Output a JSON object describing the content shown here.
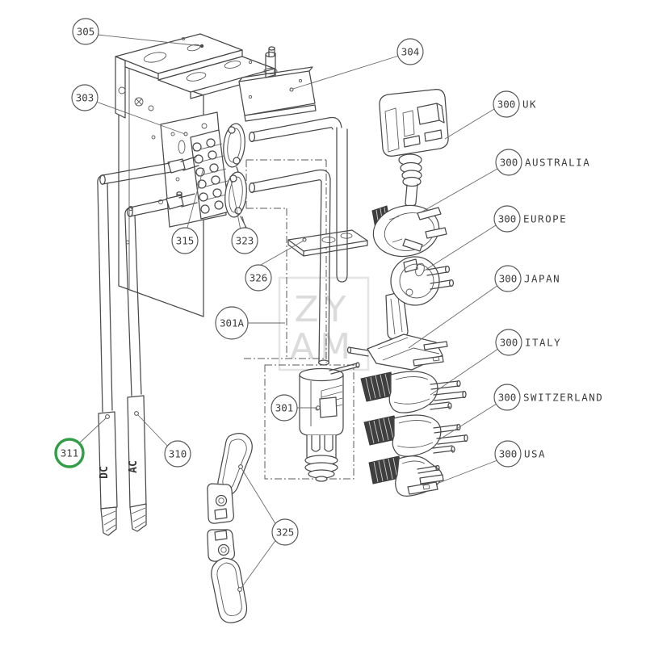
{
  "watermark": {
    "line1": "ZY",
    "line2": "AM"
  },
  "markings": {
    "left_electrode": "DC",
    "right_electrode": "AC"
  },
  "colors": {
    "line": "#4a4a4a",
    "highlight_green": "#2f9e44",
    "watermark": "#dbdbdb",
    "background": "#ffffff"
  },
  "callouts": [
    {
      "id": "305",
      "label": ""
    },
    {
      "id": "303",
      "label": ""
    },
    {
      "id": "304",
      "label": ""
    },
    {
      "id": "300",
      "label": "UK"
    },
    {
      "id": "300",
      "label": "AUSTRALIA"
    },
    {
      "id": "300",
      "label": "EUROPE"
    },
    {
      "id": "300",
      "label": "JAPAN"
    },
    {
      "id": "300",
      "label": "ITALY"
    },
    {
      "id": "300",
      "label": "SWITZERLAND"
    },
    {
      "id": "300",
      "label": "USA"
    },
    {
      "id": "315",
      "label": ""
    },
    {
      "id": "323",
      "label": ""
    },
    {
      "id": "326",
      "label": ""
    },
    {
      "id": "301A",
      "label": ""
    },
    {
      "id": "301",
      "label": ""
    },
    {
      "id": "310",
      "label": ""
    },
    {
      "id": "311",
      "label": "",
      "highlighted": true
    },
    {
      "id": "325",
      "label": ""
    }
  ]
}
